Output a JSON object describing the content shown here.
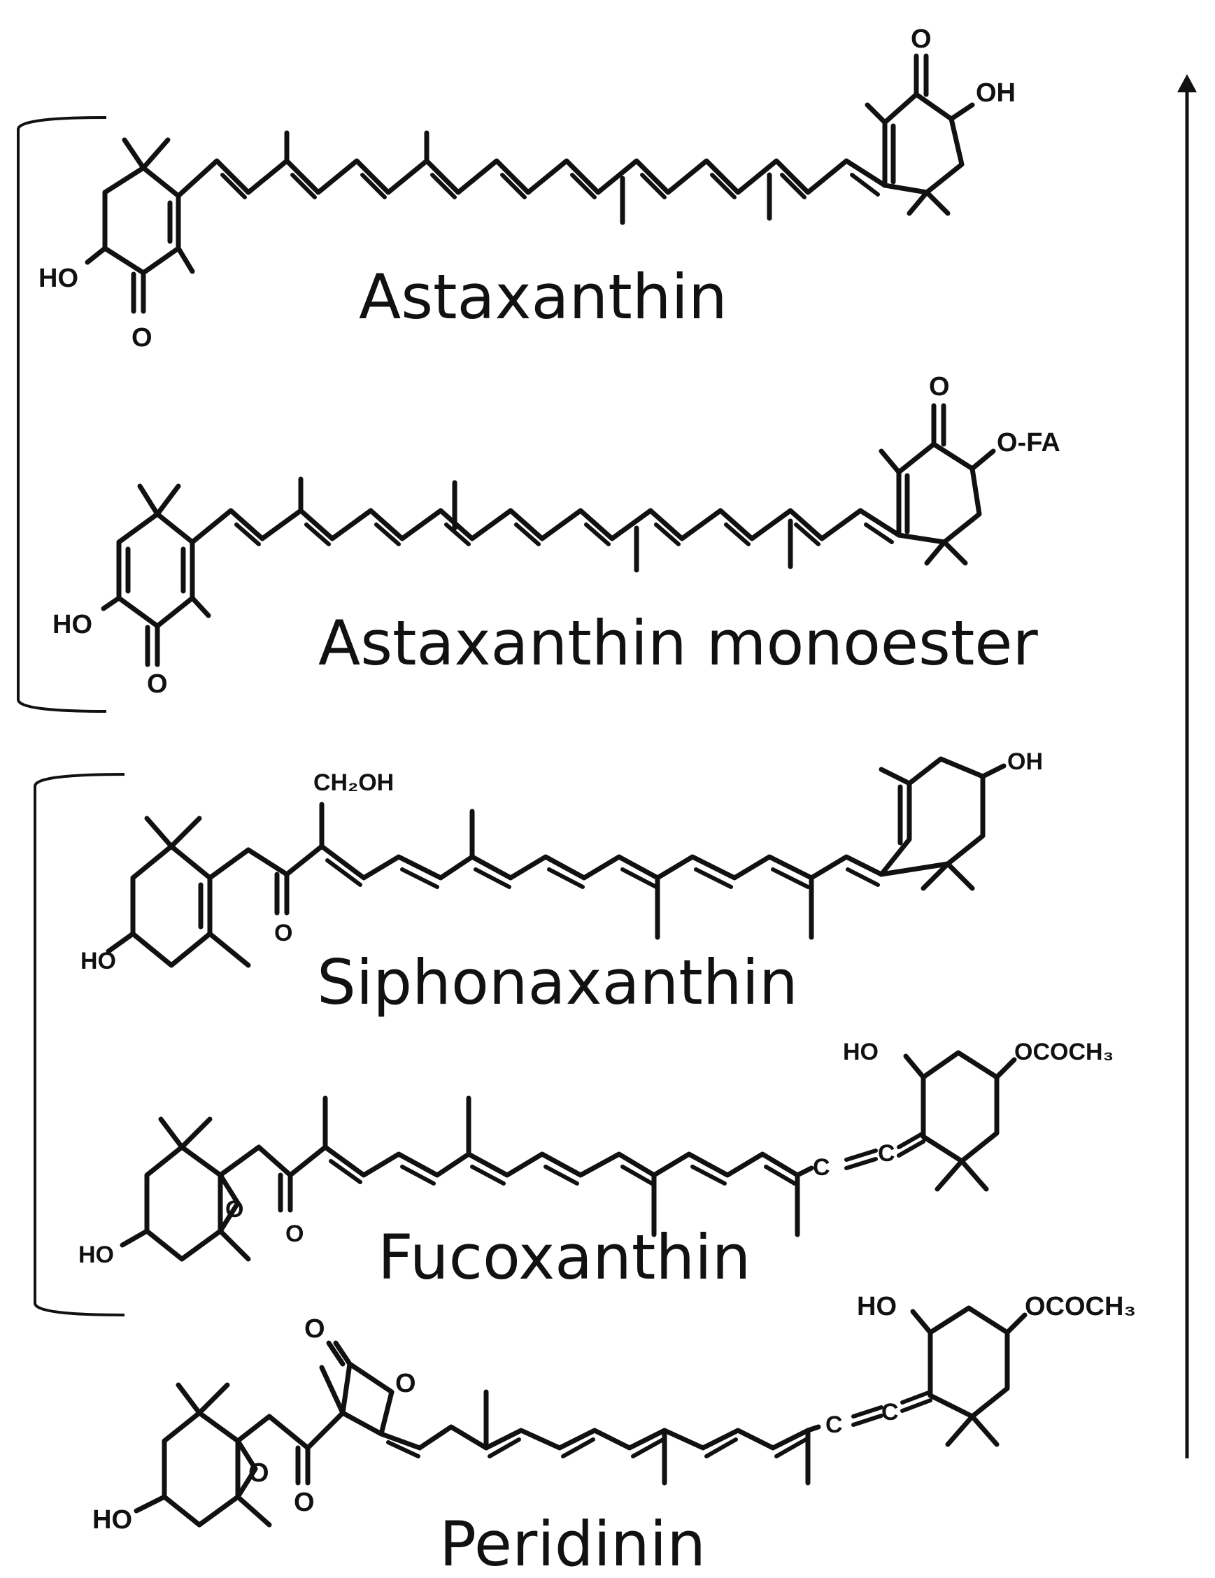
{
  "compounds": [
    {
      "name": "Astaxanthin",
      "groups": {
        "o_top": "O",
        "oh_right": "OH",
        "ho_left": "HO",
        "o_bottom": "O"
      }
    },
    {
      "name": "Astaxanthin monoester",
      "groups": {
        "o_top": "O",
        "ester_right": "O-FA",
        "ho_left": "HO",
        "o_bottom": "O"
      }
    },
    {
      "name": "Siphonaxanthin",
      "groups": {
        "ch2oh": "CH₂OH",
        "oh_right": "OH",
        "ho_left": "HO",
        "o_keto": "O"
      }
    },
    {
      "name": "Fucoxanthin",
      "groups": {
        "ho_top": "HO",
        "acetate": "OCOCH₃",
        "c1": "C",
        "c2": "C",
        "ho_left": "HO",
        "o_epoxide": "O",
        "o_keto": "O"
      }
    },
    {
      "name": "Peridinin",
      "groups": {
        "ho_top": "HO",
        "acetate": "OCOCH₃",
        "c1": "C",
        "c2": "C",
        "ho_left": "HO",
        "o_epoxide": "O",
        "o_keto": "O",
        "o_lactone_carbonyl": "O",
        "o_lactone_ring": "O"
      }
    }
  ]
}
